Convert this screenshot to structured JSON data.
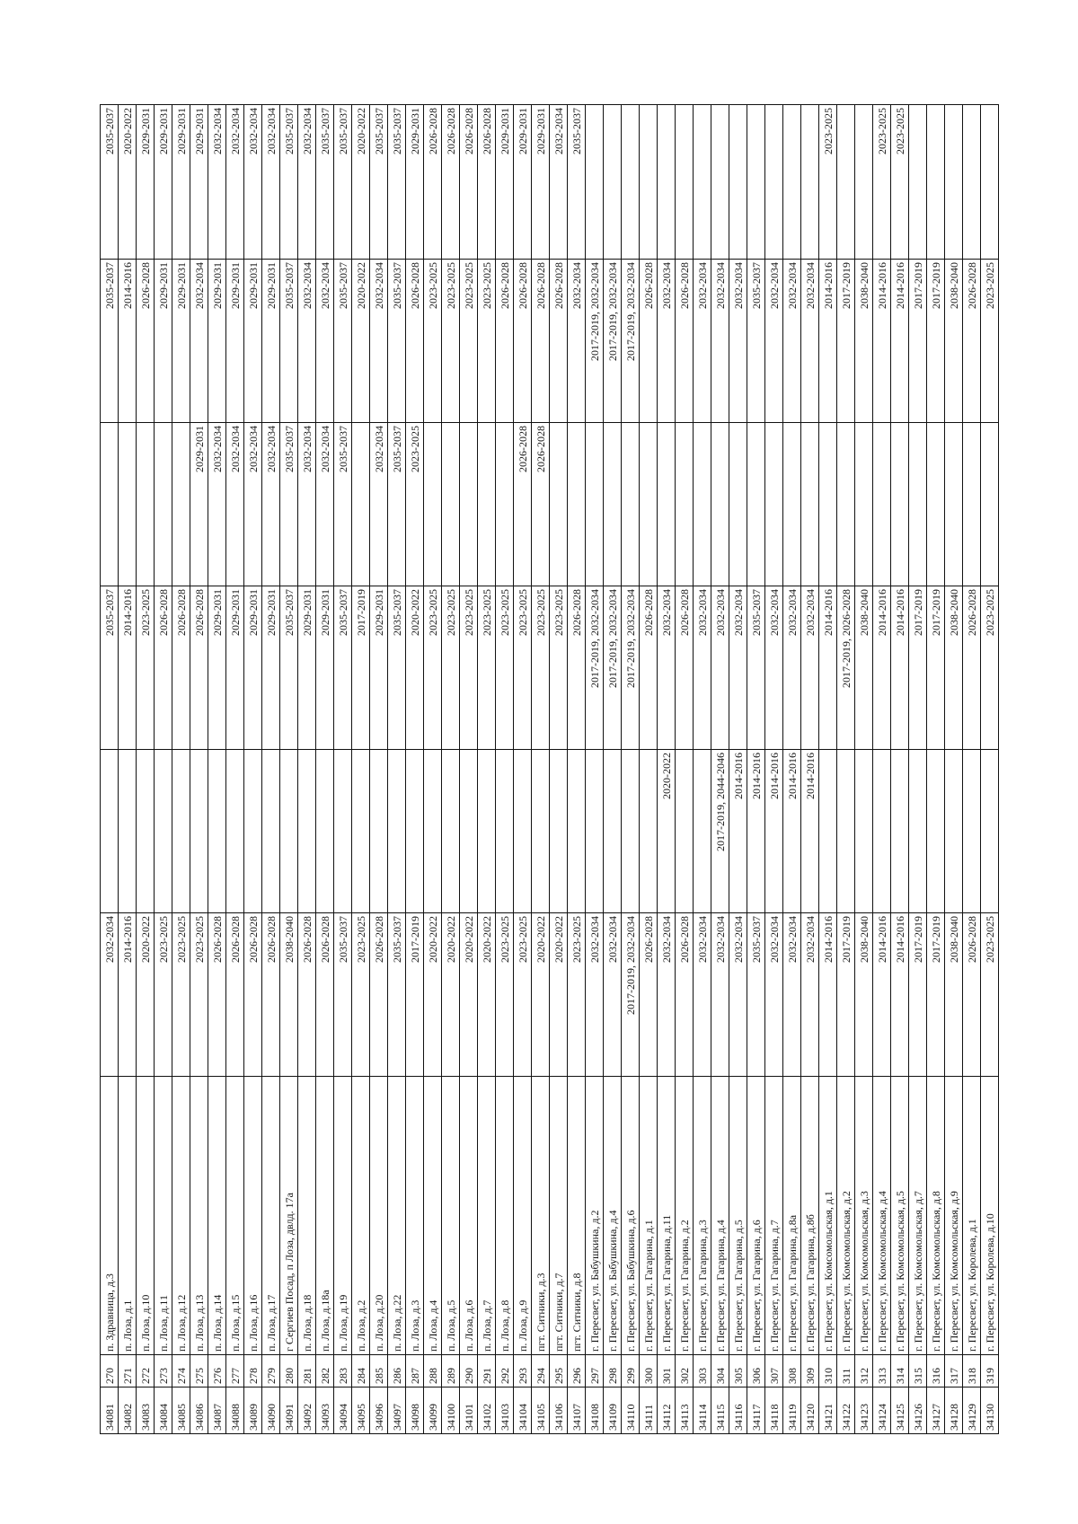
{
  "rows": [
    {
      "id": "34081",
      "num": "270",
      "address": "п. Здравница, д.3",
      "c1": "2032-2034",
      "c2": "",
      "c3": "2035-2037",
      "c4": "",
      "c5": "2035-2037",
      "c6": "2035-2037"
    },
    {
      "id": "34082",
      "num": "271",
      "address": "п. Лоза, д.1",
      "c1": "2014-2016",
      "c2": "",
      "c3": "2014-2016",
      "c4": "",
      "c5": "2014-2016",
      "c6": "2020-2022"
    },
    {
      "id": "34083",
      "num": "272",
      "address": "п. Лоза, д.10",
      "c1": "2020-2022",
      "c2": "",
      "c3": "2023-2025",
      "c4": "",
      "c5": "2026-2028",
      "c6": "2029-2031"
    },
    {
      "id": "34084",
      "num": "273",
      "address": "п. Лоза, д.11",
      "c1": "2023-2025",
      "c2": "",
      "c3": "2026-2028",
      "c4": "",
      "c5": "2029-2031",
      "c6": "2029-2031"
    },
    {
      "id": "34085",
      "num": "274",
      "address": "п. Лоза, д.12",
      "c1": "2023-2025",
      "c2": "",
      "c3": "2026-2028",
      "c4": "",
      "c5": "2029-2031",
      "c6": "2029-2031"
    },
    {
      "id": "34086",
      "num": "275",
      "address": "п. Лоза, д.13",
      "c1": "2023-2025",
      "c2": "",
      "c3": "2026-2028",
      "c4": "2029-2031",
      "c5": "2032-2034",
      "c6": "2029-2031"
    },
    {
      "id": "34087",
      "num": "276",
      "address": "п. Лоза, д.14",
      "c1": "2026-2028",
      "c2": "",
      "c3": "2029-2031",
      "c4": "2032-2034",
      "c5": "2029-2031",
      "c6": "2032-2034"
    },
    {
      "id": "34088",
      "num": "277",
      "address": "п. Лоза, д.15",
      "c1": "2026-2028",
      "c2": "",
      "c3": "2029-2031",
      "c4": "2032-2034",
      "c5": "2029-2031",
      "c6": "2032-2034"
    },
    {
      "id": "34089",
      "num": "278",
      "address": "п. Лоза, д.16",
      "c1": "2026-2028",
      "c2": "",
      "c3": "2029-2031",
      "c4": "2032-2034",
      "c5": "2029-2031",
      "c6": "2032-2034"
    },
    {
      "id": "34090",
      "num": "279",
      "address": "п. Лоза, д.17",
      "c1": "2026-2028",
      "c2": "",
      "c3": "2029-2031",
      "c4": "2032-2034",
      "c5": "2029-2031",
      "c6": "2032-2034"
    },
    {
      "id": "34091",
      "num": "280",
      "address": "г Сергиев Посад, п Лоза, двлд. 17а",
      "c1": "2038-2040",
      "c2": "",
      "c3": "2035-2037",
      "c4": "2035-2037",
      "c5": "2035-2037",
      "c6": "2035-2037"
    },
    {
      "id": "34092",
      "num": "281",
      "address": "п. Лоза, д.18",
      "c1": "2026-2028",
      "c2": "",
      "c3": "2029-2031",
      "c4": "2032-2034",
      "c5": "2032-2034",
      "c6": "2032-2034"
    },
    {
      "id": "34093",
      "num": "282",
      "address": "п. Лоза, д.18а",
      "c1": "2026-2028",
      "c2": "",
      "c3": "2029-2031",
      "c4": "2032-2034",
      "c5": "2032-2034",
      "c6": "2035-2037"
    },
    {
      "id": "34094",
      "num": "283",
      "address": "п. Лоза, д.19",
      "c1": "2035-2037",
      "c2": "",
      "c3": "2035-2037",
      "c4": "2035-2037",
      "c5": "2035-2037",
      "c6": "2035-2037"
    },
    {
      "id": "34095",
      "num": "284",
      "address": "п. Лоза, д.2",
      "c1": "2023-2025",
      "c2": "",
      "c3": "2017-2019",
      "c4": "",
      "c5": "2020-2022",
      "c6": "2020-2022"
    },
    {
      "id": "34096",
      "num": "285",
      "address": "п. Лоза, д.20",
      "c1": "2026-2028",
      "c2": "",
      "c3": "2029-2031",
      "c4": "2032-2034",
      "c5": "2032-2034",
      "c6": "2035-2037"
    },
    {
      "id": "34097",
      "num": "286",
      "address": "п. Лоза, д.22",
      "c1": "2035-2037",
      "c2": "",
      "c3": "2035-2037",
      "c4": "2035-2037",
      "c5": "2035-2037",
      "c6": "2035-2037"
    },
    {
      "id": "34098",
      "num": "287",
      "address": "п. Лоза, д.3",
      "c1": "2017-2019",
      "c2": "",
      "c3": "2020-2022",
      "c4": "2023-2025",
      "c5": "2026-2028",
      "c6": "2029-2031"
    },
    {
      "id": "34099",
      "num": "288",
      "address": "п. Лоза, д.4",
      "c1": "2020-2022",
      "c2": "",
      "c3": "2023-2025",
      "c4": "",
      "c5": "2023-2025",
      "c6": "2026-2028"
    },
    {
      "id": "34100",
      "num": "289",
      "address": "п. Лоза, д.5",
      "c1": "2020-2022",
      "c2": "",
      "c3": "2023-2025",
      "c4": "",
      "c5": "2023-2025",
      "c6": "2026-2028"
    },
    {
      "id": "34101",
      "num": "290",
      "address": "п. Лоза, д.6",
      "c1": "2020-2022",
      "c2": "",
      "c3": "2023-2025",
      "c4": "",
      "c5": "2023-2025",
      "c6": "2026-2028"
    },
    {
      "id": "34102",
      "num": "291",
      "address": "п. Лоза, д.7",
      "c1": "2020-2022",
      "c2": "",
      "c3": "2023-2025",
      "c4": "",
      "c5": "2023-2025",
      "c6": "2026-2028"
    },
    {
      "id": "34103",
      "num": "292",
      "address": "п. Лоза, д.8",
      "c1": "2023-2025",
      "c2": "",
      "c3": "2023-2025",
      "c4": "",
      "c5": "2026-2028",
      "c6": "2029-2031"
    },
    {
      "id": "34104",
      "num": "293",
      "address": "п. Лоза, д.9",
      "c1": "2023-2025",
      "c2": "",
      "c3": "2023-2025",
      "c4": "2026-2028",
      "c5": "2026-2028",
      "c6": "2029-2031"
    },
    {
      "id": "34105",
      "num": "294",
      "address": "пгт. Ситники, д.3",
      "c1": "2020-2022",
      "c2": "",
      "c3": "2023-2025",
      "c4": "2026-2028",
      "c5": "2026-2028",
      "c6": "2029-2031"
    },
    {
      "id": "34106",
      "num": "295",
      "address": "пгт. Ситники, д.7",
      "c1": "2020-2022",
      "c2": "",
      "c3": "2023-2025",
      "c4": "",
      "c5": "2026-2028",
      "c6": "2032-2034"
    },
    {
      "id": "34107",
      "num": "296",
      "address": "пгт. Ситники, д.8",
      "c1": "2023-2025",
      "c2": "",
      "c3": "2026-2028",
      "c4": "",
      "c5": "2032-2034",
      "c6": "2035-2037"
    },
    {
      "id": "34108",
      "num": "297",
      "address": "г. Пересвет, ул. Бабушкина, д.2",
      "c1": "2032-2034",
      "c2": "",
      "c3": "2017-2019, 2032-2034",
      "c4": "",
      "c5": "2017-2019, 2032-2034",
      "c6": ""
    },
    {
      "id": "34109",
      "num": "298",
      "address": "г. Пересвет, ул. Бабушкина, д.4",
      "c1": "2032-2034",
      "c2": "",
      "c3": "2017-2019, 2032-2034",
      "c4": "",
      "c5": "2017-2019, 2032-2034",
      "c6": ""
    },
    {
      "id": "34110",
      "num": "299",
      "address": "г. Пересвет, ул. Бабушкина, д.6",
      "c1": "2017-2019, 2032-2034",
      "c2": "",
      "c3": "2017-2019, 2032-2034",
      "c4": "",
      "c5": "2017-2019, 2032-2034",
      "c6": ""
    },
    {
      "id": "34111",
      "num": "300",
      "address": "г. Пересвет, ул. Гагарина, д.1",
      "c1": "2026-2028",
      "c2": "",
      "c3": "2026-2028",
      "c4": "",
      "c5": "2026-2028",
      "c6": ""
    },
    {
      "id": "34112",
      "num": "301",
      "address": "г. Пересвет, ул. Гагарина, д.11",
      "c1": "2032-2034",
      "c2": "2020-2022",
      "c3": "2032-2034",
      "c4": "",
      "c5": "2032-2034",
      "c6": ""
    },
    {
      "id": "34113",
      "num": "302",
      "address": "г. Пересвет, ул. Гагарина, д.2",
      "c1": "2026-2028",
      "c2": "",
      "c3": "2026-2028",
      "c4": "",
      "c5": "2026-2028",
      "c6": ""
    },
    {
      "id": "34114",
      "num": "303",
      "address": "г. Пересвет, ул. Гагарина, д.3",
      "c1": "2032-2034",
      "c2": "",
      "c3": "2032-2034",
      "c4": "",
      "c5": "2032-2034",
      "c6": ""
    },
    {
      "id": "34115",
      "num": "304",
      "address": "г. Пересвет, ул. Гагарина, д.4",
      "c1": "2032-2034",
      "c2": "2017-2019, 2044-2046",
      "c3": "2032-2034",
      "c4": "",
      "c5": "2032-2034",
      "c6": ""
    },
    {
      "id": "34116",
      "num": "305",
      "address": "г. Пересвет, ул. Гагарина, д.5",
      "c1": "2032-2034",
      "c2": "2014-2016",
      "c3": "2032-2034",
      "c4": "",
      "c5": "2032-2034",
      "c6": ""
    },
    {
      "id": "34117",
      "num": "306",
      "address": "г. Пересвет, ул. Гагарина, д.6",
      "c1": "2035-2037",
      "c2": "2014-2016",
      "c3": "2035-2037",
      "c4": "",
      "c5": "2035-2037",
      "c6": ""
    },
    {
      "id": "34118",
      "num": "307",
      "address": "г. Пересвет, ул. Гагарина, д.7",
      "c1": "2032-2034",
      "c2": "2014-2016",
      "c3": "2032-2034",
      "c4": "",
      "c5": "2032-2034",
      "c6": ""
    },
    {
      "id": "34119",
      "num": "308",
      "address": "г. Пересвет, ул. Гагарина, д.8а",
      "c1": "2032-2034",
      "c2": "2014-2016",
      "c3": "2032-2034",
      "c4": "",
      "c5": "2032-2034",
      "c6": ""
    },
    {
      "id": "34120",
      "num": "309",
      "address": "г. Пересвет, ул. Гагарина, д.8б",
      "c1": "2032-2034",
      "c2": "2014-2016",
      "c3": "2032-2034",
      "c4": "",
      "c5": "2032-2034",
      "c6": ""
    },
    {
      "id": "34121",
      "num": "310",
      "address": "г. Пересвет, ул. Комсомольская, д.1",
      "c1": "2014-2016",
      "c2": "",
      "c3": "2014-2016",
      "c4": "",
      "c5": "2014-2016",
      "c6": "2023-2025"
    },
    {
      "id": "34122",
      "num": "311",
      "address": "г. Пересвет, ул. Комсомольская, д.2",
      "c1": "2017-2019",
      "c2": "",
      "c3": "2017-2019, 2026-2028",
      "c4": "",
      "c5": "2017-2019",
      "c6": ""
    },
    {
      "id": "34123",
      "num": "312",
      "address": "г. Пересвет, ул. Комсомольская, д.3",
      "c1": "2038-2040",
      "c2": "",
      "c3": "2038-2040",
      "c4": "",
      "c5": "2038-2040",
      "c6": ""
    },
    {
      "id": "34124",
      "num": "313",
      "address": "г. Пересвет, ул. Комсомольская, д.4",
      "c1": "2014-2016",
      "c2": "",
      "c3": "2014-2016",
      "c4": "",
      "c5": "2014-2016",
      "c6": "2023-2025"
    },
    {
      "id": "34125",
      "num": "314",
      "address": "г. Пересвет, ул. Комсомольская, д.5",
      "c1": "2014-2016",
      "c2": "",
      "c3": "2014-2016",
      "c4": "",
      "c5": "2014-2016",
      "c6": "2023-2025"
    },
    {
      "id": "34126",
      "num": "315",
      "address": "г. Пересвет, ул. Комсомольская, д.7",
      "c1": "2017-2019",
      "c2": "",
      "c3": "2017-2019",
      "c4": "",
      "c5": "2017-2019",
      "c6": ""
    },
    {
      "id": "34127",
      "num": "316",
      "address": "г. Пересвет, ул. Комсомольская, д.8",
      "c1": "2017-2019",
      "c2": "",
      "c3": "2017-2019",
      "c4": "",
      "c5": "2017-2019",
      "c6": ""
    },
    {
      "id": "34128",
      "num": "317",
      "address": "г. Пересвет, ул. Комсомольская, д.9",
      "c1": "2038-2040",
      "c2": "",
      "c3": "2038-2040",
      "c4": "",
      "c5": "2038-2040",
      "c6": ""
    },
    {
      "id": "34129",
      "num": "318",
      "address": "г. Пересвет, ул. Королева, д.1",
      "c1": "2026-2028",
      "c2": "",
      "c3": "2026-2028",
      "c4": "",
      "c5": "2026-2028",
      "c6": ""
    },
    {
      "id": "34130",
      "num": "319",
      "address": "г. Пересвет, ул. Королева, д.10",
      "c1": "2023-2025",
      "c2": "",
      "c3": "2023-2025",
      "c4": "",
      "c5": "2023-2025",
      "c6": ""
    }
  ]
}
